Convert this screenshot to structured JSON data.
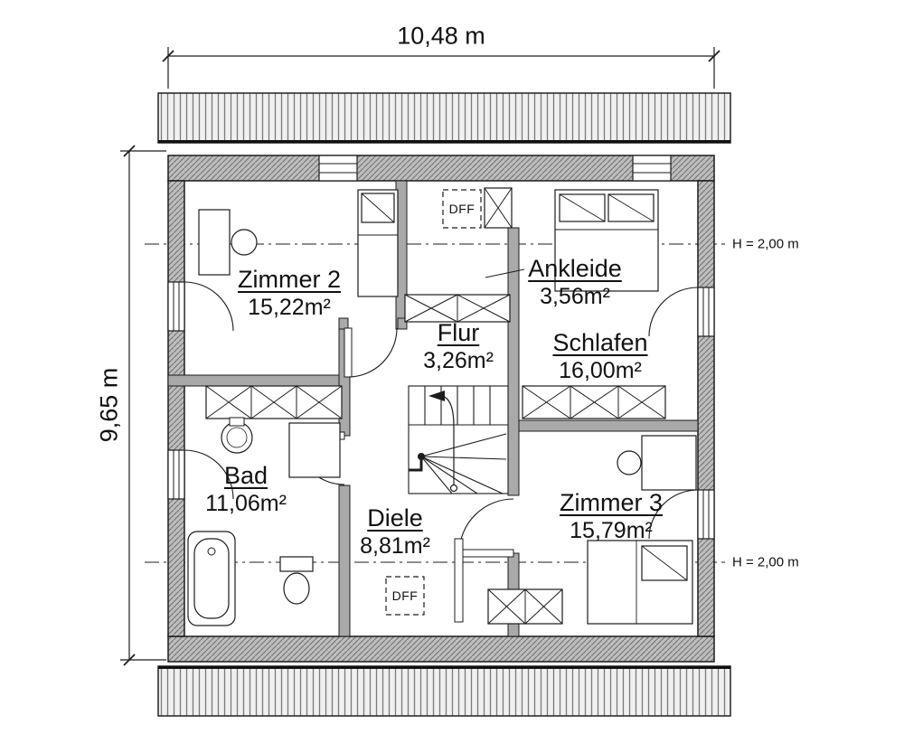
{
  "drawing": {
    "width_dimension": "10,48 m",
    "height_dimension": "9,65 m",
    "height_marker_top": "H = 2,00 m",
    "height_marker_bottom": "H = 2,00 m",
    "skylight_top": "DFF",
    "skylight_bottom": "DFF"
  },
  "rooms": {
    "zimmer2": {
      "name": "Zimmer 2",
      "area": "15,22m²"
    },
    "ankleide": {
      "name": "Ankleide",
      "area": "3,56m²"
    },
    "flur": {
      "name": "Flur",
      "area": "3,26m²"
    },
    "schlafen": {
      "name": "Schlafen",
      "area": "16,00m²"
    },
    "bad": {
      "name": "Bad",
      "area": "11,06m²"
    },
    "diele": {
      "name": "Diele",
      "area": "8,81m²"
    },
    "zimmer3": {
      "name": "Zimmer 3",
      "area": "15,79m²"
    }
  },
  "colors": {
    "line": "#1c1c1c",
    "wall_fill": "#a9a9a9",
    "background": "#ffffff"
  }
}
